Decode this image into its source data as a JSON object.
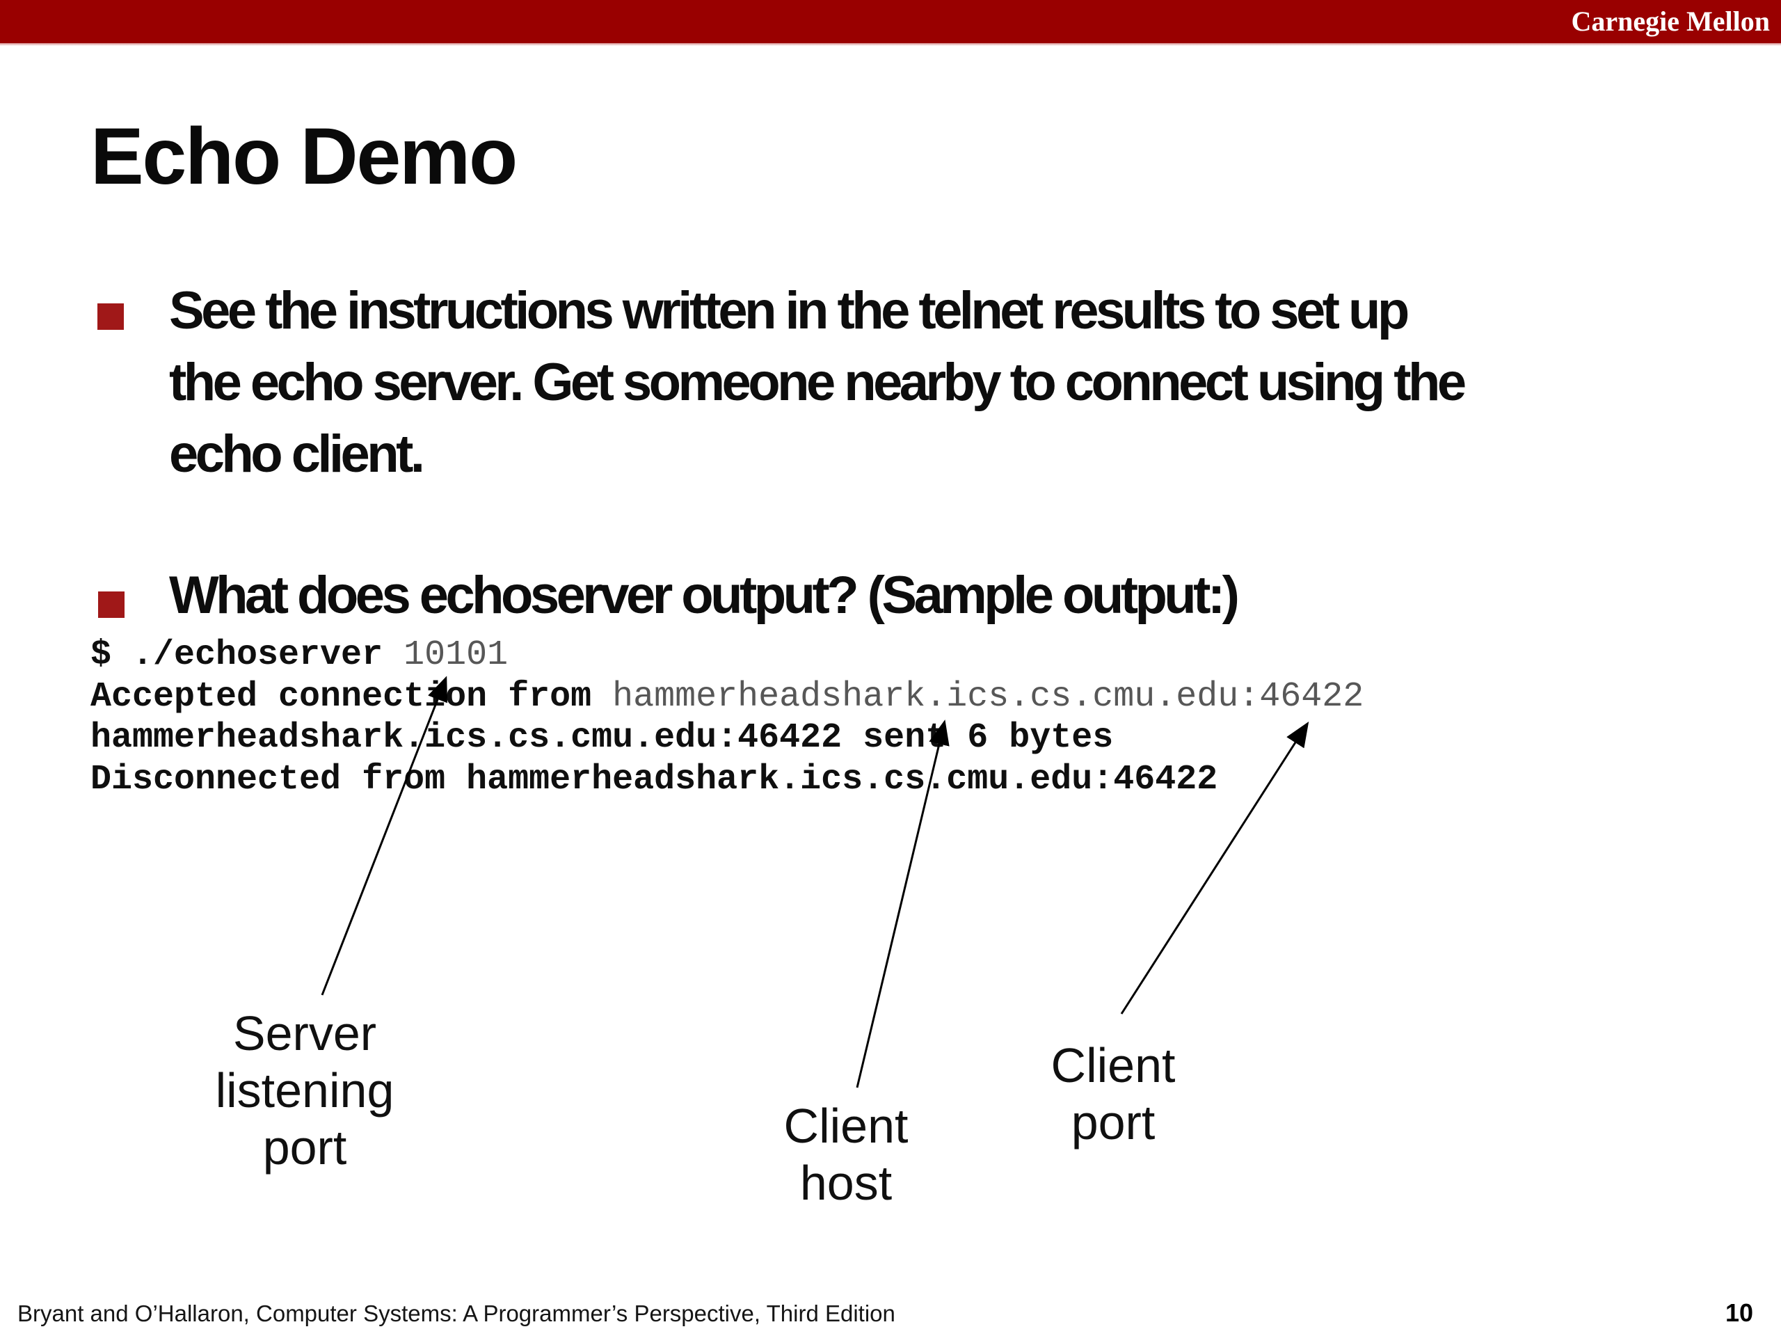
{
  "header": {
    "brand": "Carnegie Mellon"
  },
  "slide": {
    "title": "Echo Demo",
    "bullets": [
      {
        "lines": [
          "See the instructions written in the telnet results to set up",
          "the echo server. Get someone nearby to connect using the",
          "echo client."
        ]
      },
      {
        "lines": [
          "What does echoserver output? (Sample output:)"
        ]
      }
    ],
    "terminal": {
      "lines": [
        {
          "bold": "$ ./echoserver ",
          "gray": "10101"
        },
        {
          "bold": "Accepted connection from ",
          "gray": "hammerheadshark.ics.cs.cmu.edu:46422"
        },
        {
          "bold": "hammerheadshark.ics.cs.cmu.edu:46422 sent 6 bytes",
          "gray": ""
        },
        {
          "bold": "Disconnected from hammerheadshark.ics.cs.cmu.edu:46422",
          "gray": ""
        }
      ]
    },
    "annotations": {
      "server_port": {
        "lines": [
          "Server",
          "listening",
          "port"
        ]
      },
      "client_host": {
        "lines": [
          "Client",
          "host"
        ]
      },
      "client_port": {
        "lines": [
          "Client",
          "port"
        ]
      }
    }
  },
  "footer": {
    "citation": "Bryant and O’Hallaron, Computer Systems: A Programmer’s Perspective, Third Edition",
    "page": "10"
  },
  "colors": {
    "bar_red": "#990000",
    "bullet_red": "#a01818",
    "terminal_gray": "#575757"
  }
}
